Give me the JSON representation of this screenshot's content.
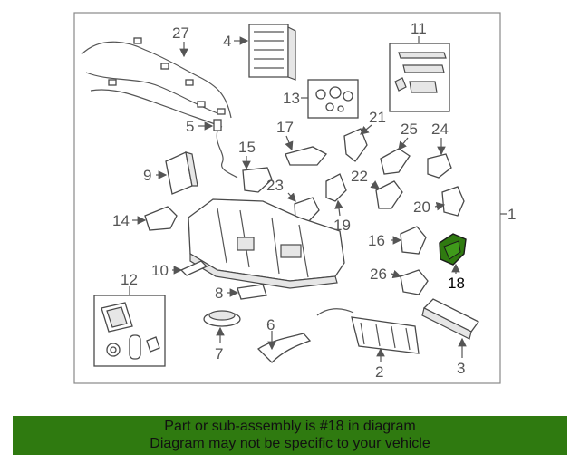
{
  "diagram": {
    "highlight_part": "18",
    "highlight_color": "#2f7a10",
    "callouts": [
      "1",
      "2",
      "3",
      "4",
      "5",
      "6",
      "7",
      "8",
      "9",
      "10",
      "11",
      "12",
      "13",
      "14",
      "15",
      "16",
      "17",
      "18",
      "19",
      "20",
      "21",
      "22",
      "23",
      "24",
      "25",
      "26",
      "27"
    ]
  },
  "banner": {
    "line1": "Part or sub-assembly is #18 in diagram",
    "line2": "Diagram may not be specific to your vehicle",
    "background": "#2f7a10"
  }
}
